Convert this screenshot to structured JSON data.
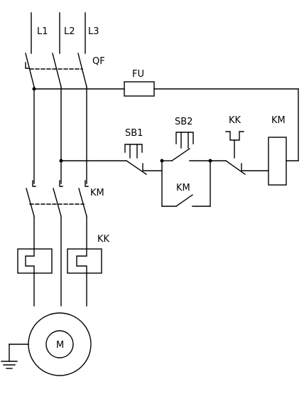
{
  "labels": {
    "l1": "L1",
    "l2": "L2",
    "l3": "L3",
    "qf": "QF",
    "fu": "FU",
    "sb1": "SB1",
    "sb2": "SB2",
    "kk_contact": "KK",
    "km_coil": "KM",
    "km_main": "KM",
    "km_aux": "KM",
    "kk_relay": "KK",
    "motor": "M"
  },
  "colors": {
    "line": "#000000",
    "background": "#ffffff"
  }
}
